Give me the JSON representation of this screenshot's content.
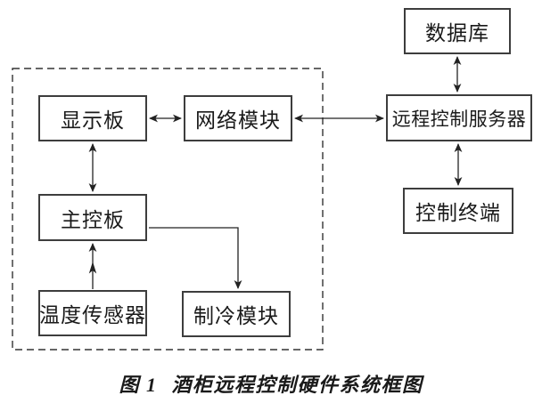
{
  "figure": {
    "boxes": {
      "display_board": "显示板",
      "network_module": "网络模块",
      "remote_server": "远程控制服务器",
      "database": "数据库",
      "control_terminal": "控制终端",
      "main_board": "主控板",
      "temp_sensor": "温度传感器",
      "cooling_module": "制冷模块"
    },
    "caption": {
      "prefix": "图 1",
      "title": "酒柜远程控制硬件系统框图"
    },
    "colors": {
      "line": "#222222",
      "box_border": "#3d3d3d",
      "text": "#1a1a1a",
      "background": "#ffffff"
    }
  }
}
